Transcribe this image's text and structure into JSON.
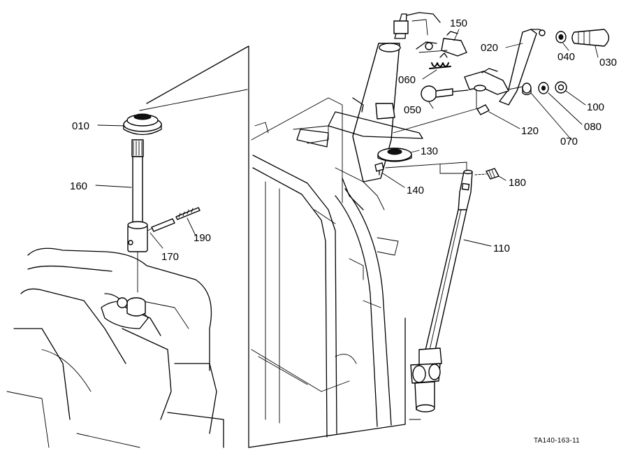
{
  "diagram": {
    "reference_code": "TA140-163-11",
    "callouts": [
      {
        "id": "010",
        "label": "010"
      },
      {
        "id": "020",
        "label": "020"
      },
      {
        "id": "030",
        "label": "030"
      },
      {
        "id": "040",
        "label": "040"
      },
      {
        "id": "050",
        "label": "050"
      },
      {
        "id": "060",
        "label": "060"
      },
      {
        "id": "070",
        "label": "070"
      },
      {
        "id": "080",
        "label": "080"
      },
      {
        "id": "100",
        "label": "100"
      },
      {
        "id": "110",
        "label": "110"
      },
      {
        "id": "120",
        "label": "120"
      },
      {
        "id": "130",
        "label": "130"
      },
      {
        "id": "140",
        "label": "140"
      },
      {
        "id": "150",
        "label": "150"
      },
      {
        "id": "160",
        "label": "160"
      },
      {
        "id": "170",
        "label": "170"
      },
      {
        "id": "180",
        "label": "180"
      },
      {
        "id": "190",
        "label": "190"
      }
    ]
  }
}
